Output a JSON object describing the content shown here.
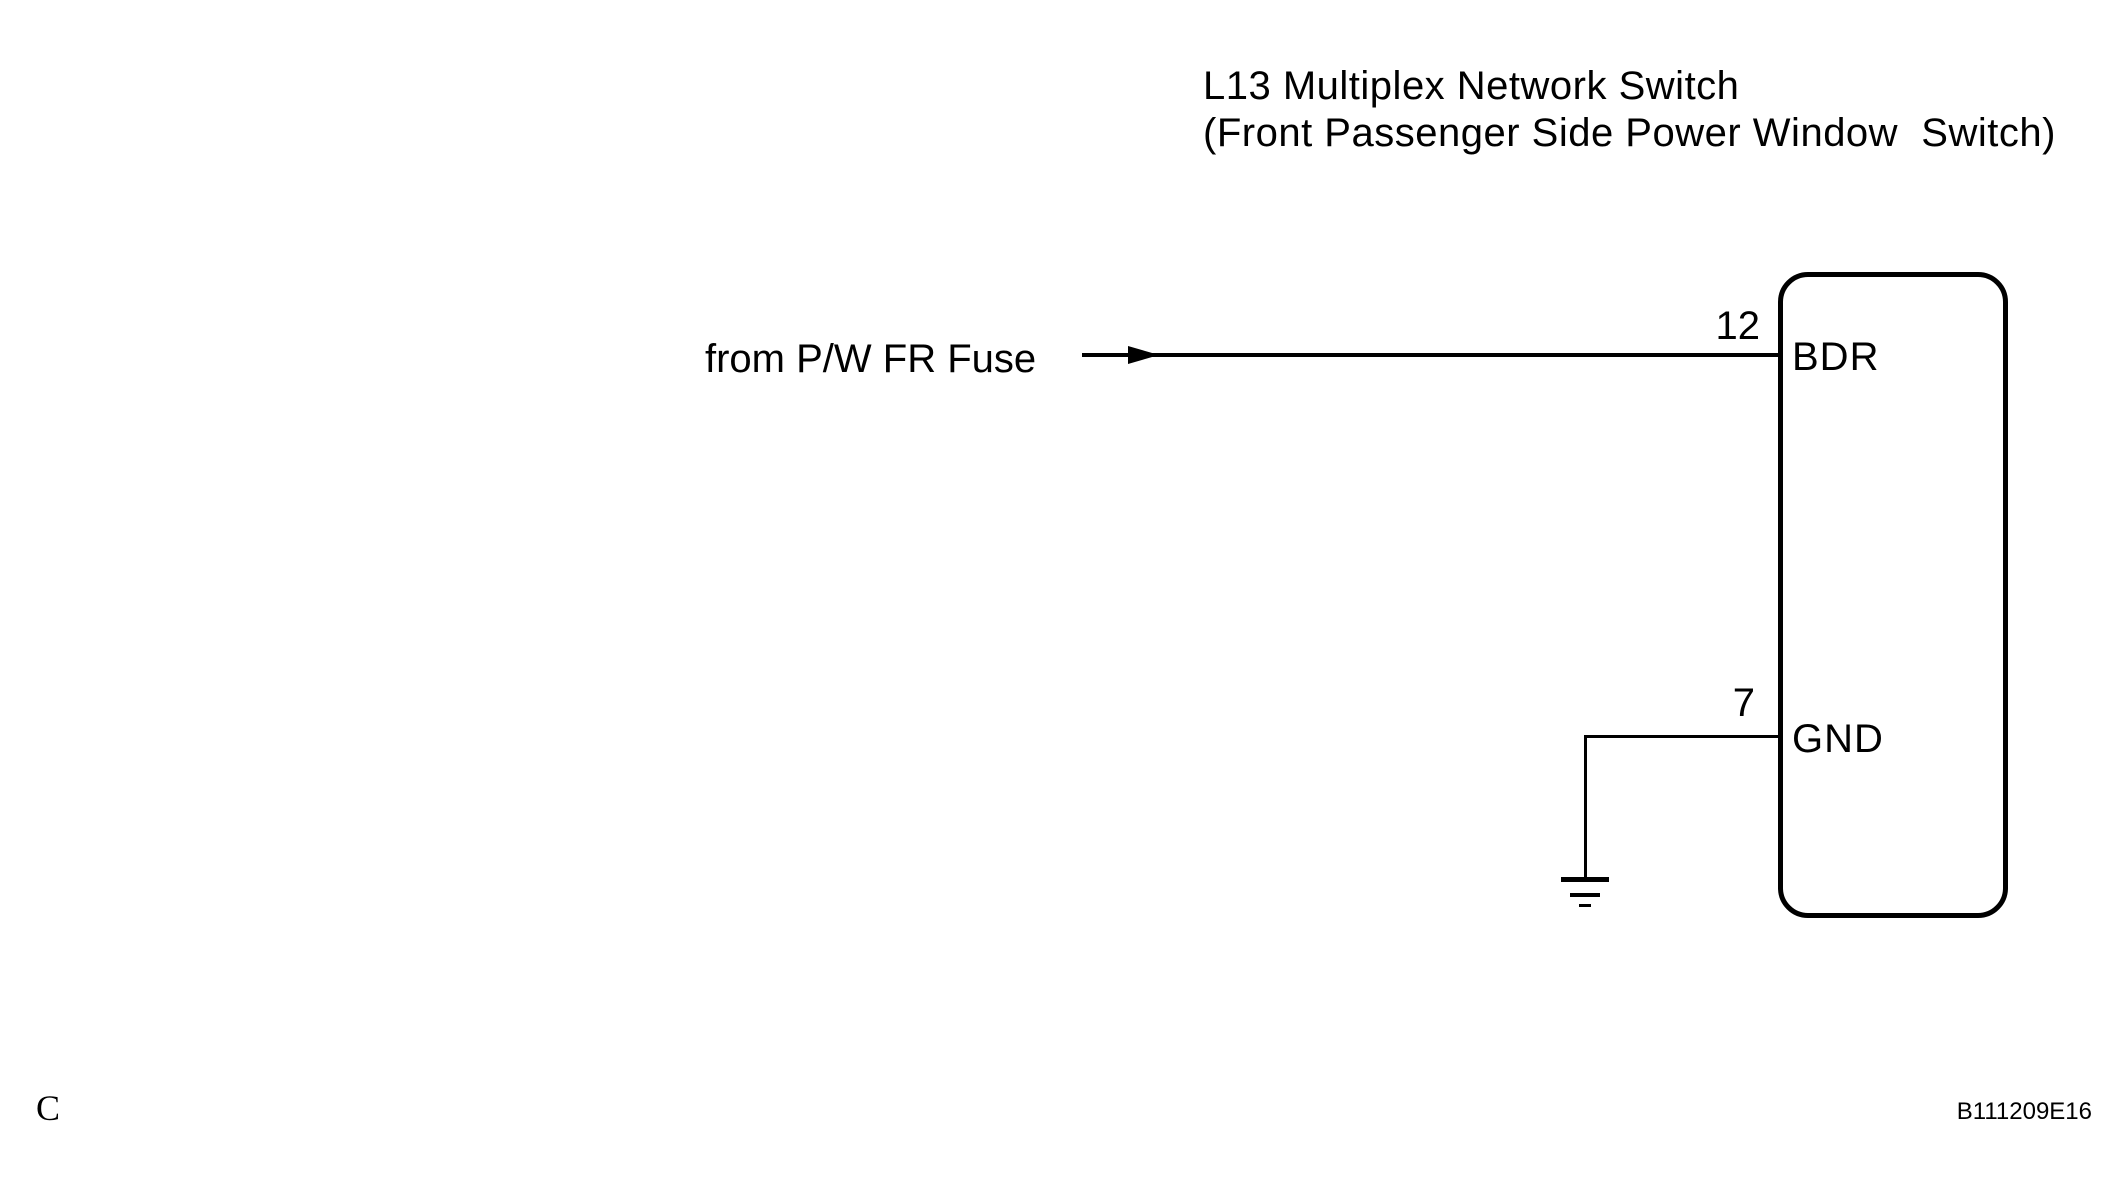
{
  "diagram": {
    "title": {
      "line1": "L13 Multiplex Network Switch",
      "line2": "(Front Passenger Side Power Window  Switch)"
    },
    "source_label": "from P/W FR Fuse",
    "component": {
      "pins": [
        {
          "number": "12",
          "name": "BDR"
        },
        {
          "number": "7",
          "name": "GND"
        }
      ]
    },
    "icons": {
      "flow_arrow": "right-arrow",
      "ground": "earth-ground-symbol"
    },
    "colors": {
      "line": "#000000",
      "background": "#ffffff",
      "text": "#000000"
    },
    "footer": {
      "page_letter": "C",
      "figure_code": "B111209E16"
    }
  }
}
